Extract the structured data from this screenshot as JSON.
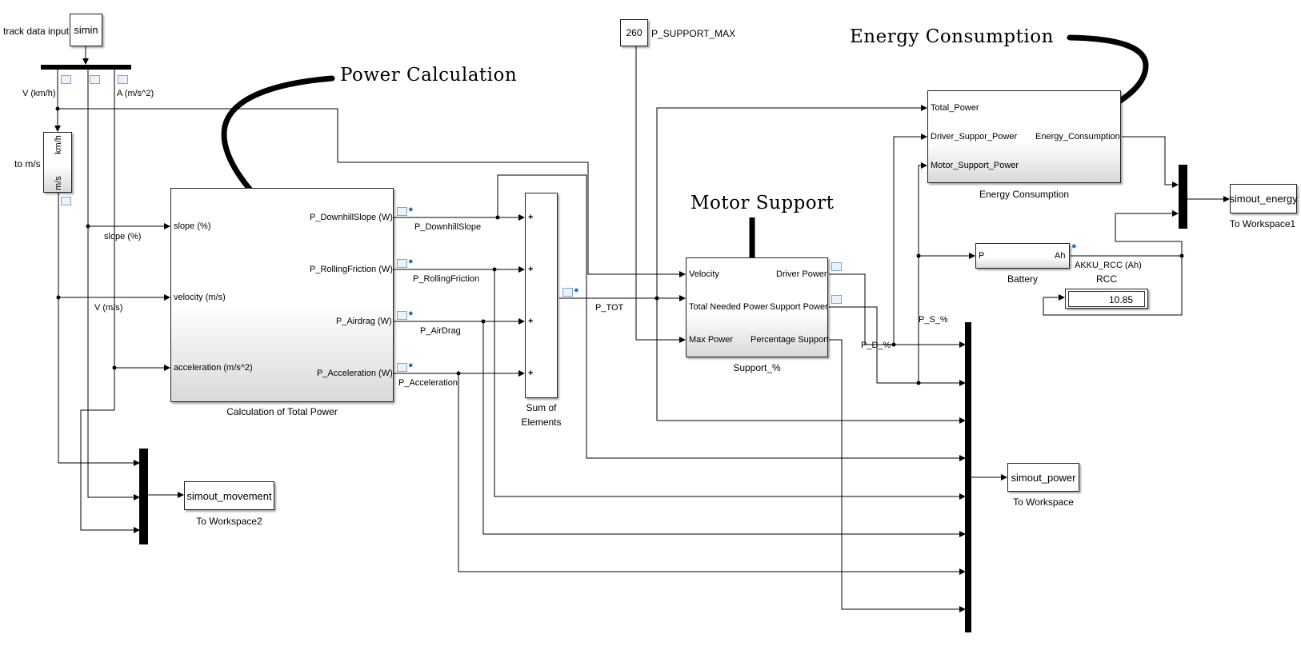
{
  "annotations": {
    "power_calculation": "Power Calculation",
    "energy_consumption": "Energy Consumption",
    "motor_support": "Motor Support"
  },
  "source": {
    "caption": "track data input",
    "block": "simin"
  },
  "bus_labels": {
    "v_kmh": "V (km/h)",
    "a_ms2": "A (m/s^2)",
    "slope": "slope (%)",
    "v_ms": "V (m/s)"
  },
  "converter": {
    "caption": "to m/s",
    "top": "km/h",
    "bottom": "m/s"
  },
  "power_block": {
    "caption": "Calculation of Total Power",
    "inputs": [
      "slope (%)",
      "velocity (m/s)",
      "acceleration (m/s^2)"
    ],
    "outputs": [
      "P_DownhillSlope (W)",
      "P_RollingFriction (W)",
      "P_Airdrag (W)",
      "P_Acceleration (W)"
    ]
  },
  "signals": {
    "downhill": "P_DownhillSlope",
    "rolling": "P_RollingFriction",
    "airdrag": "P_AirDrag",
    "accel": "P_Acceleration",
    "ptot": "P_TOT",
    "pd": "P_D_%",
    "ps": "P_S_%",
    "akku": "AKKU_RCC (Ah)"
  },
  "sum_block": {
    "caption_line1": "Sum of",
    "caption_line2": "Elements",
    "sign": "+"
  },
  "constant": {
    "value": "260",
    "name": "P_SUPPORT_MAX"
  },
  "support_block": {
    "caption": "Support_%",
    "inputs": [
      "Velocity",
      "Total Needed Power",
      "Max Power"
    ],
    "outputs": [
      "Driver Power",
      "Support Power",
      "Percentage Support"
    ]
  },
  "energy_block": {
    "caption": "Energy Consumption",
    "inputs": [
      "Total_Power",
      "Driver_Suppor_Power",
      "Motor_Support_Power"
    ],
    "output": "Energy_Consumption"
  },
  "battery": {
    "caption": "Battery",
    "in": "P",
    "out": "Ah"
  },
  "rcc_display": {
    "caption": "RCC",
    "value": "10.85"
  },
  "workspace_blocks": {
    "energy": {
      "name": "simout_energy",
      "caption": "To Workspace1"
    },
    "power": {
      "name": "simout_power",
      "caption": "To Workspace"
    },
    "movement": {
      "name": "simout_movement",
      "caption": "To Workspace2"
    }
  }
}
